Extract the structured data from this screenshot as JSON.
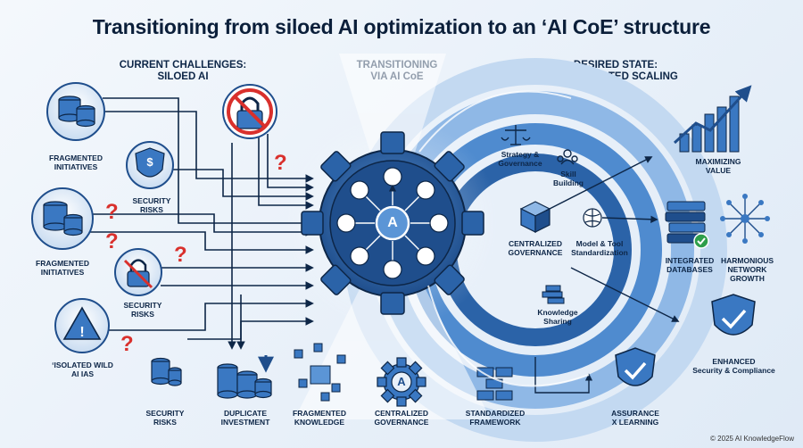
{
  "title": "Transitioning from siloed AI optimization to an ‘AI CoE’ structure",
  "headers": {
    "left": [
      "CURRENT CHALLENGES:",
      "SILOED AI"
    ],
    "center": [
      "TRANSITIONING",
      "VIA AI CoE"
    ],
    "right": [
      "DESIRED STATE:",
      "COORDINATED SCALING"
    ]
  },
  "left_labels": {
    "fragmented_1": [
      "FRAGMENTED",
      "INITIATIVES"
    ],
    "security_1": [
      "SECURITY",
      "RISKS"
    ],
    "fragmented_2": [
      "FRAGMENTED",
      "INITIATIVES"
    ],
    "security_2": [
      "SECURITY",
      "RISKS"
    ],
    "isolated": [
      "‘ISOLATED WILD",
      "AI IAS"
    ],
    "security_3": [
      "SECURITY",
      "RISKS"
    ],
    "duplicate": [
      "DUPLICATE",
      "INVESTMENT"
    ],
    "fragmented_knowledge": [
      "FRAGMENTED",
      "KNOWLEDGE"
    ],
    "centralized_governance_bottom": [
      "CENTRALIZED",
      "GOVERNANCE"
    ]
  },
  "center_labels": {
    "gear_letter": "A",
    "small_gear_letter": "A",
    "question_mark": "?",
    "dollar": "$"
  },
  "ring_labels": {
    "strategy": [
      "Strategy &",
      "Governance"
    ],
    "skill": [
      "Skill",
      "Building"
    ],
    "centralized": [
      "CENTRALIZED",
      "GOVERNANCE"
    ],
    "model_tool": [
      "Model & Tool",
      "Standardization"
    ],
    "knowledge": [
      "Knowledge",
      "Sharing"
    ],
    "standardized": [
      "STANDARDIZED",
      "FRAMEWORK"
    ]
  },
  "right_labels": {
    "maximizing": [
      "MAXIMIZING",
      "VALUE"
    ],
    "integrated": [
      "INTEGRATED",
      "DATABASES"
    ],
    "harmonious": [
      "HARMONIOUS",
      "NETWORK",
      "GROWTH"
    ],
    "enhanced": [
      "ENHANCED",
      "Security & Compliance"
    ],
    "assurance": [
      "ASSURANCE",
      "X LEARNING"
    ]
  },
  "copyright": "© 2025 AI KnowledgeFlow",
  "colors": {
    "navy": "#0d2647",
    "blue_dark": "#1f4e8c",
    "blue_mid": "#3a78c2",
    "blue_light": "#8fb8e6",
    "red": "#d9302c",
    "green": "#2e9e4a"
  }
}
